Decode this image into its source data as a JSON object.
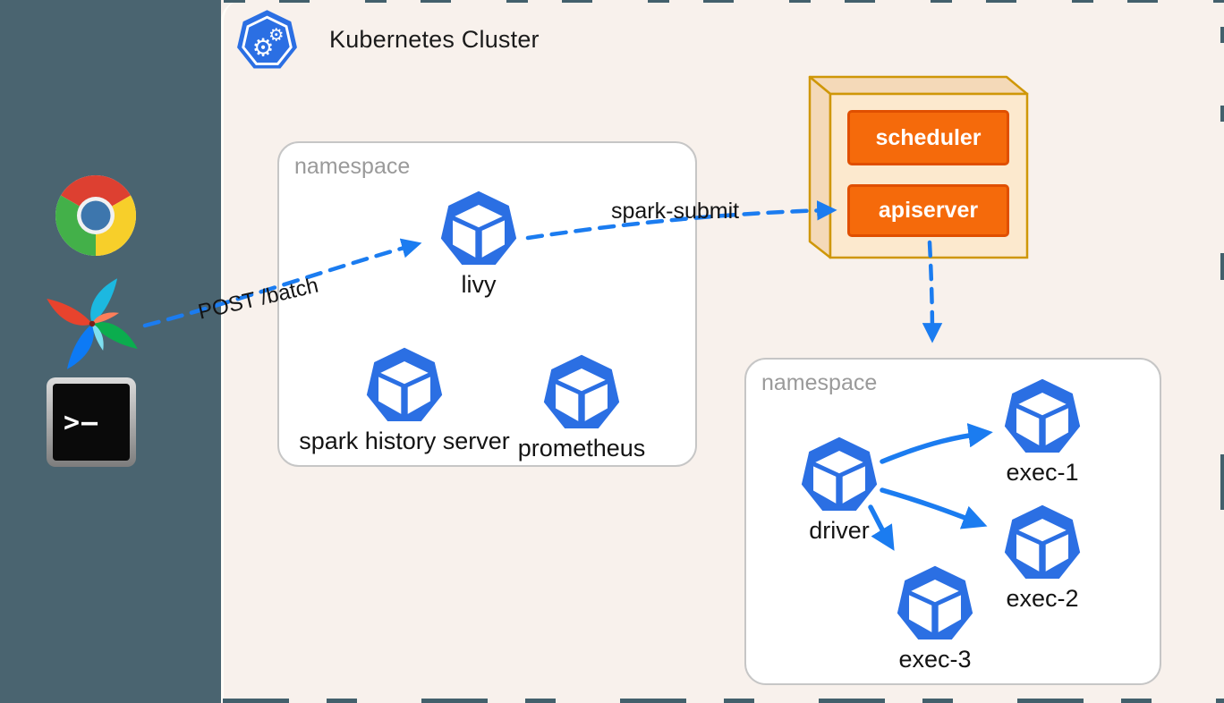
{
  "cluster": {
    "title": "Kubernetes Cluster"
  },
  "sidebar": {
    "icons": [
      "chrome",
      "airflow",
      "terminal"
    ],
    "terminal_prompt": ">–"
  },
  "control_plane": {
    "scheduler": "scheduler",
    "apiserver": "apiserver"
  },
  "namespace1": {
    "label": "namespace",
    "pods": {
      "livy": "livy",
      "spark_history": "spark history server",
      "prometheus": "prometheus"
    }
  },
  "namespace2": {
    "label": "namespace",
    "pods": {
      "driver": "driver",
      "exec1": "exec-1",
      "exec2": "exec-2",
      "exec3": "exec-3"
    }
  },
  "arrows": {
    "post_batch": "POST /batch",
    "spark_submit": "spark-submit"
  },
  "colors": {
    "sidebar_bg": "#4a6470",
    "canvas_bg": "#f8f1ec",
    "pod_blue": "#2b6fe3",
    "arrow_blue": "#1b7cf0",
    "namespace_border": "#c6c6c6",
    "namespace_label_gray": "#9a9a9a",
    "orange_fill": "#f56a0b",
    "orange_border": "#e04f00",
    "plane_fill": "#fce9ce",
    "plane_side": "#f4d9b8",
    "plane_border": "#cf9708"
  }
}
